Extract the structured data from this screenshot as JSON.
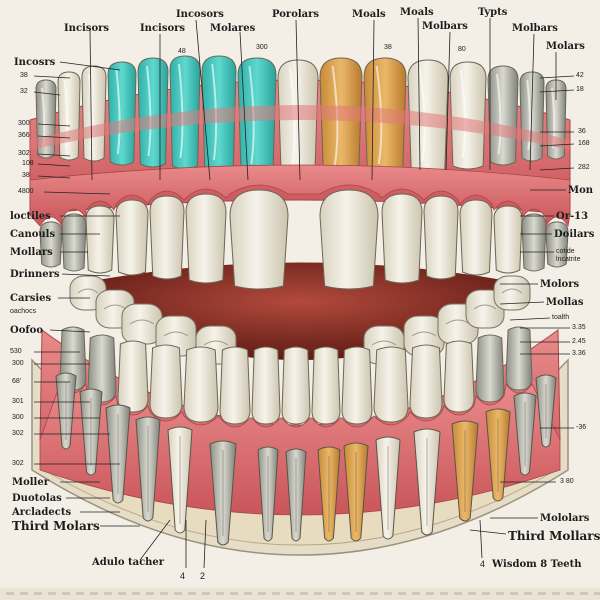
{
  "labels": {
    "top_incisors_1": "Incisors",
    "top_incisors_2": "Incisors",
    "top_incisors_3": "Incosors",
    "top_molares": "Molares",
    "top_premolars": "Porolars",
    "top_molars_1": "Moals",
    "top_molars_2": "Moals",
    "top_molars_3": "Molbars",
    "top_types": "Typts",
    "top_molars_4": "Molbars",
    "top_molars_5": "Molars",
    "top_num_48": "48",
    "top_num_300": "300",
    "top_num_38": "38",
    "top_num_80": "80",
    "left_incosrs": "Incosrs",
    "left_n1": "38",
    "left_n2": "32",
    "left_n3": "300",
    "left_n4": "366",
    "left_n5": "302",
    "left_n6": "108",
    "left_n7": "38",
    "left_n8": "4800",
    "left_loctiles": "loctiles",
    "left_canouls": "Canouls",
    "left_molars": "Mollars",
    "left_drinners": "Drinners",
    "left_caries": "Carsies",
    "left_caries_sub": "oachocs",
    "left_oofoo": "Oofoo",
    "left_n9": "530",
    "left_n10": "300",
    "left_n11": "68'",
    "left_n12": "301",
    "left_n13": "300",
    "left_n14": "302",
    "left_n15": "302",
    "left_moller": "Moller",
    "left_duotolas": "Duotolas",
    "left_arcladects": "Arcladects",
    "left_third_molars": "Third Molars",
    "bottom_adult": "Adulo tacher",
    "bottom_n4": "4",
    "bottom_n2": "2",
    "right_n1": "42",
    "right_n2": "18",
    "right_n3": "36",
    "right_n4": "168",
    "right_n5": "282",
    "right_mon": "Mon",
    "right_or13": "Or-13",
    "right_doilars": "Doilars",
    "right_cotide": "cotide",
    "right_cotide_sub": "lncatrite",
    "right_molors": "Molors",
    "right_mollas": "Mollas",
    "right_toalth": "toalth",
    "right_n6": "3.35",
    "right_n7": "2.45",
    "right_n8": "3.36",
    "right_n9": "-36",
    "right_n10": "3 80",
    "right_mololars": "Mololars",
    "right_third_molars": "Third Mollars",
    "right_wisdom": "Wisdom 8 Teeth",
    "right_wisdom_num": "4"
  },
  "colors": {
    "background": "#f3efe6",
    "gum": "#e2787a",
    "gum_dark": "#c8585c",
    "enamel": "#f2eee2",
    "enamel_shadow": "#cfc8b4",
    "teal": "#3cc7bd",
    "gold": "#d9a24e",
    "bone": "#e8dcc0",
    "mouth": "#8a2a22",
    "line": "#222222"
  }
}
